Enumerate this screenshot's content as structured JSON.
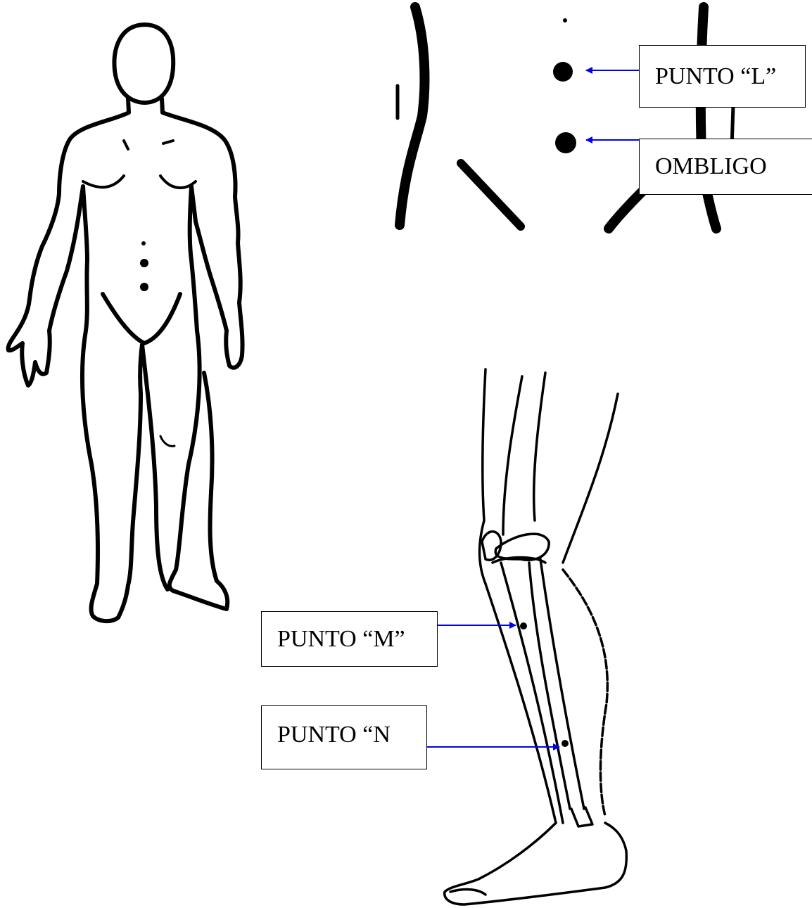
{
  "labels": {
    "point_l": "PUNTO “L”",
    "navel": "OMBLIGO",
    "point_m": "PUNTO “M”",
    "point_n": "PUNTO “N"
  },
  "colors": {
    "line": "#000000",
    "arrow": "#0000ee",
    "background": "#ffffff"
  }
}
